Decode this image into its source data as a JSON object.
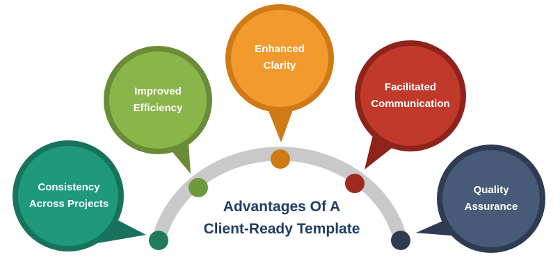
{
  "title": "Advantages Of A\nClient-Ready Template",
  "items": [
    {
      "label": "Consistency\nAcross Projects",
      "color": "#1e9a7b",
      "border": "#17735d",
      "dot": "#1f7a5e"
    },
    {
      "label": "Improved\nEfficiency",
      "color": "#8ab54a",
      "border": "#6a8c37",
      "dot": "#6e9a3b"
    },
    {
      "label": "Enhanced\nClarity",
      "color": "#f29a2e",
      "border": "#cf7a14",
      "dot": "#cf7a14"
    },
    {
      "label": "Facilitated\nCommunication",
      "color": "#c0392b",
      "border": "#8e231b",
      "dot": "#9e2a1f"
    },
    {
      "label": "Quality\nAssurance",
      "color": "#475a78",
      "border": "#2e3b52",
      "dot": "#2e3b52"
    }
  ],
  "arc_color": "#c9c9c9"
}
